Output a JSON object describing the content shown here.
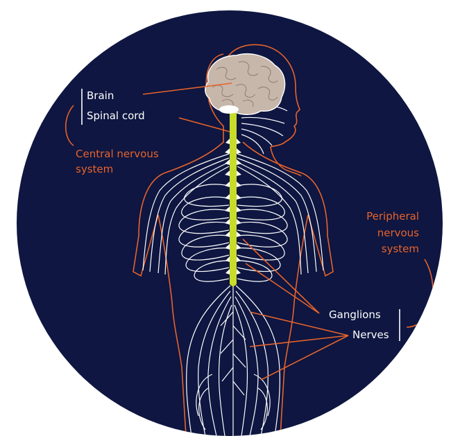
{
  "diagram": {
    "labels": {
      "brain": "Brain",
      "spinal_cord": "Spinal cord",
      "central_line1": "Central nervous",
      "central_line2": "system",
      "peripheral_line1": "Peripheral",
      "peripheral_line2": "nervous",
      "peripheral_line3": "system",
      "ganglions": "Ganglions",
      "nerves": "Nerves"
    },
    "colors": {
      "background": "#0e1641",
      "accent": "#e8632b",
      "nerve": "#ffffff",
      "spinal_cord": "#c8dc2a",
      "brain": "#c7b6aa"
    }
  }
}
